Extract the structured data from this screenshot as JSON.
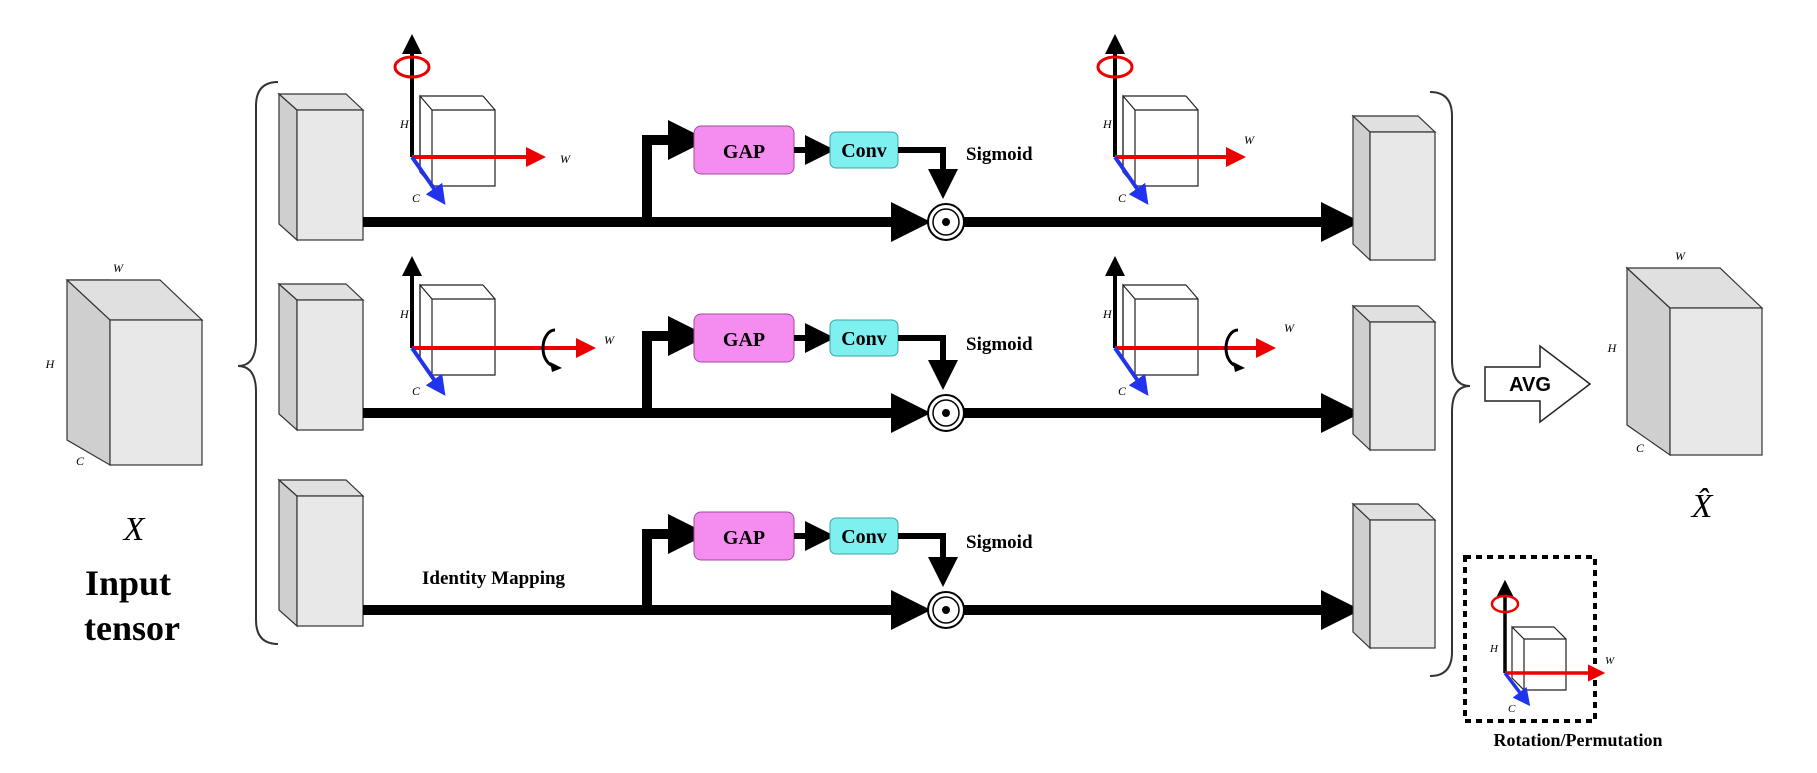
{
  "input": {
    "symbol": "X",
    "title_line1": "Input",
    "title_line2": "tensor",
    "axis_w": "W",
    "axis_h": "H",
    "axis_c": "C"
  },
  "branches": [
    {
      "gap": "GAP",
      "conv": "Conv",
      "sigmoid": "Sigmoid",
      "multiply": "⊙",
      "note": ""
    },
    {
      "gap": "GAP",
      "conv": "Conv",
      "sigmoid": "Sigmoid",
      "multiply": "⊙",
      "note": ""
    },
    {
      "gap": "GAP",
      "conv": "Conv",
      "sigmoid": "Sigmoid",
      "multiply": "⊙",
      "note": "Identity Mapping"
    }
  ],
  "axes": {
    "h": "H",
    "w": "W",
    "c": "C"
  },
  "avg": {
    "label": "AVG"
  },
  "output": {
    "symbol": "X̂",
    "axis_w": "W",
    "axis_h": "H",
    "axis_c": "C"
  },
  "legend": {
    "caption": "Rotation/Permutation"
  },
  "colors": {
    "gap_fill": "#f58cf0",
    "conv_fill": "#7ff0f0",
    "axis_red": "#ee0000",
    "axis_blue": "#2233ee",
    "box_fill": "#e8e8e8",
    "box_side": "#cfcfcf"
  }
}
